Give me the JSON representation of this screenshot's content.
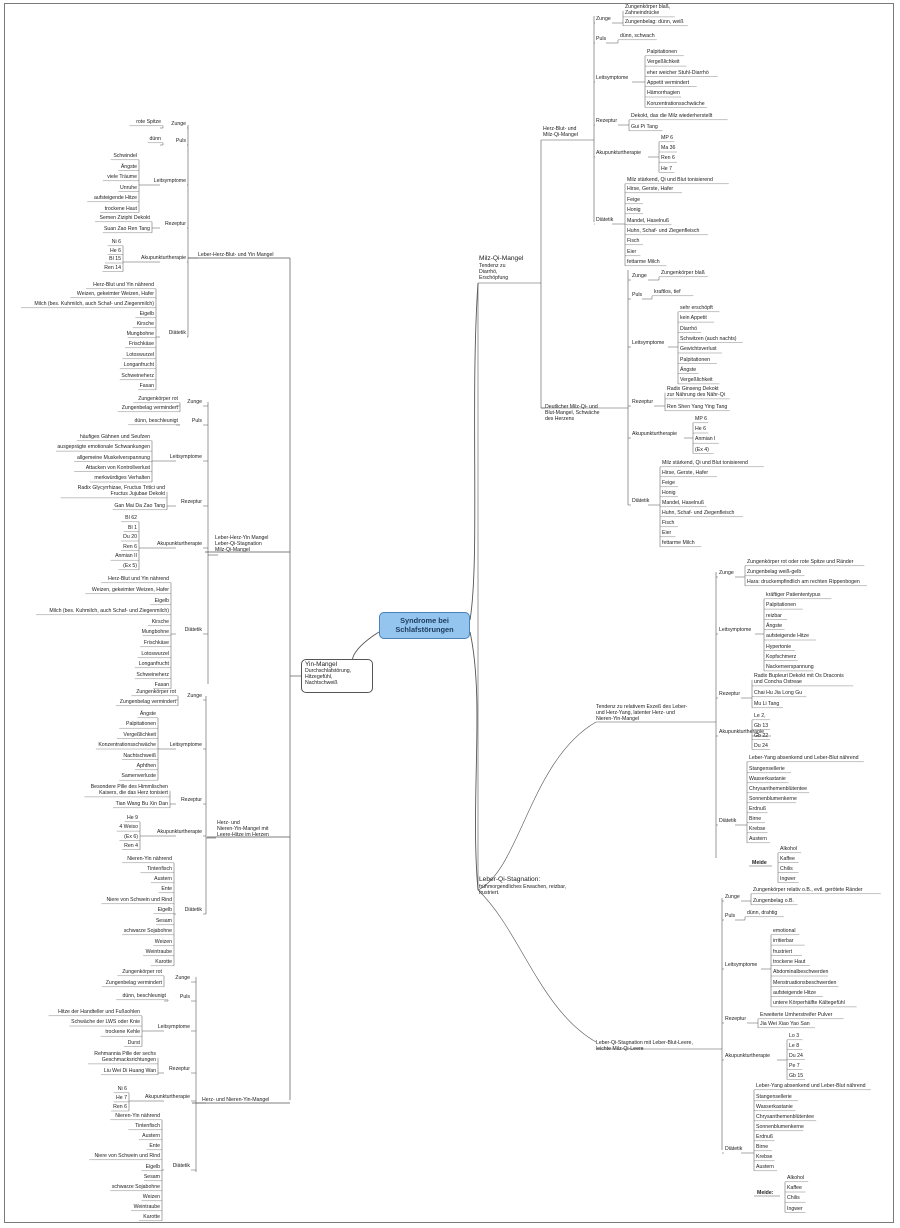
{
  "colors": {
    "root_fill": "#94c5ef",
    "root_border": "#4a83b9",
    "line": "#555555"
  },
  "root": "Syndrome bei\nSchlafstörungen",
  "yin": {
    "title": "Yin-Mangel",
    "sub": "Durchschlafstörung,\nHitzegefühl,\nNachtschweiß"
  },
  "milz": {
    "title": "Milz-Qi-Mangel",
    "sub": "Tendenz zu\nDiarrhö,\nErschöpfung"
  },
  "leber": {
    "title": "Leber-Qi-Stagnation:",
    "sub": "frühmorgendliches Erwachen, reizbar,\nfrustriert."
  },
  "left_subs": [
    "Leber-Herz-Blut- und Yin Mangel",
    "Leber-Herz-Yin Mangel\nLeber-Qi-Stagnation\nMilz-Qi-Mangel",
    "Herz- und\nNieren-Yin-Mangel mit\nLeere-Hitze im Herzen",
    "Herz- und Nieren-Yin-Mangel"
  ],
  "right_subs": [
    "Herz-Blut- und\nMilz-Qi-Mangel",
    "Deutlicher Milz-Qi- und\nBlut-Mangel, Schwäche\ndes Herzens",
    "Tendenz zu relativem Exzeß des Leber-\nund Herz-Yang, latenter Herz- und\nNieren-Yin-Mangel",
    "Leber-Qi-Stagnation mit Leber-Blut-Leere,\nleichte Milz-Qi-Leere"
  ],
  "categories": [
    "Zunge",
    "Puls",
    "Leitsymptome",
    "Rezeptur",
    "Akupunkturtherapie",
    "Diätetik",
    "Meide",
    "Meide:"
  ],
  "leaves": [
    "rote Spitze",
    "dünn",
    "Schwindel",
    "Ängste",
    "viele Träume",
    "Unruhe",
    "aufsteigende Hitze",
    "trockene Haut",
    "Semen Ziziphi Dekokt",
    "Suan Zao Ren Tang",
    "Ni 6",
    "He 6",
    "Bl 15",
    "Ren 14",
    "Herz-Blut und Yin nährend",
    "Weizen, gekeimter Weizen, Hafer",
    "Milch (bes. Kuhmilch, auch Schaf- und Ziegenmilch)",
    "Eigelb",
    "Kirsche",
    "Mungbohne",
    "Frischkäse",
    "Lotoswurzel",
    "Longanfrucht",
    "Schweineherz",
    "Fasan",
    "Zungenkörper rot",
    "Zungenbelag vermindert",
    "dünn, beschleunigt",
    "häufiges Gähnen und Seufzen",
    "ausgeprägte emotionale Schwankungen",
    "allgemeine Muskelverspannung",
    "Attacken von Kontrollverlust",
    "merkwürdiges Verhalten",
    "Radix Glycyrrhizae, Fructus Tritici und\nFructus Jujubae Dekokt",
    "Gan Mai Da Zao Tang",
    "Bl 62",
    "Bl 1",
    "Du 20",
    "Ren 6",
    "Anmian II",
    "(Ex 5)",
    "Herz-Blut und Yin nährend",
    "Weizen, gekeimter Weizen, Hafer",
    "Eigelb",
    "Milch (bes. Kuhmilch, auch Schaf- und Ziegenmilch)",
    "Kirsche",
    "Mungbohne",
    "Frischkäse",
    "Lotoswurzel",
    "Longanfrucht",
    "Schweineherz",
    "Fasan",
    "Zungenkörper rot",
    "Zungenbelag vermindert",
    "Ängste",
    "Palpitationen",
    "Vergeßlichkeit",
    "Konzentrationsschwäche",
    "Nachtschweiß",
    "Aphthen",
    "Samenverluste",
    "Besondere Pille des Himmlischen\nKaisers, die das Herz tonisiert",
    "Tian Wang Bu Xin Dan",
    "He 9",
    "4 Weiso",
    "(Ex 6)",
    "Ren 4",
    "Nieren-Yin nährend",
    "Tintenfisch",
    "Austern",
    "Ente",
    "Niere von Schwein und Rind",
    "Eigelb",
    "Sesam",
    "schwarze Sojabohne",
    "Weizen",
    "Weintraube",
    "Karotte",
    "Zungenkörper rot",
    "Zungenbelag vermindert",
    "dünn, beschleunigt",
    "Hitze der Handteller und Fußsohlen",
    "Schwäche der LWS oder Knie",
    "trockene Kehle",
    "Durst",
    "Rehmannia Pille der sechs\nGeschmacksrichtungen",
    "Liu Wei Di Huang Wan",
    "Ni 6",
    "He 7",
    "Ren 6",
    "Nieren-Yin nährend",
    "Tintenfisch",
    "Austern",
    "Ente",
    "Niere von Schwein und Rind",
    "Eigelb",
    "Sesam",
    "schwarze Sojabohne",
    "Weizen",
    "Weintraube",
    "Karotte",
    "Zungenkörper blaß,\nZahneindrücke",
    "Zungenbelag: dünn, weiß",
    "dünn, schwach",
    "Palpitationen",
    "Vergeßlichkeit",
    "eher weicher Stuhl-Diarrhö",
    "Appetit vermindert",
    "Hämorrhagien",
    "Konzentrationsschwäche",
    "Dekokt, das die Milz wiederherstellt",
    "Gui Pi Tang",
    "MP 6",
    "Ma 36",
    "Ren 6",
    "He 7",
    "Milz stärkend, Qi und Blut tonisierend",
    "Hirse, Gerste, Hafer",
    "Feige",
    "Honig",
    "Mandel, Haselnuß",
    "Huhn, Schaf- und Ziegenfleisch",
    "Fisch",
    "Eier",
    "fettarme Milch",
    "Zungenkörper blaß",
    "kraftlos, tief",
    "sehr erschöpft",
    "kein Appetit",
    "Diarrhö",
    "Schwitzen (auch nachts)",
    "Gewichtsverlust",
    "Palpitationen",
    "Ängste",
    "Vergeßlichkeit",
    "Radix Ginseng Dekokt\nzur Nährung des Nähr-Qi",
    "Ren Shen Yang Ying Tang",
    "MP 6",
    "He 6",
    "Anmian I",
    "(Ex 4)",
    "Milz stärkend, Qi und Blut tonisierend",
    "Hirse, Gerste, Hafer",
    "Feige",
    "Honig",
    "Mandel, Haselnuß",
    "Huhn, Schaf- und Ziegenfleisch",
    "Fisch",
    "Eier",
    "fettarme Milch",
    "Zungenkörper rot oder rote Spitze und Ränder",
    "Zungenbelag weiß-gelb",
    "Hara: druckempfindlich am rechten Rippenbogen",
    "kräftiger Patiententypus",
    "Palpitationen",
    "reizbar",
    "Ängste",
    "aufsteigende Hitze",
    "Hypertonie",
    "Kopfschmerz",
    "Nackenverspannung",
    "Radix Bupleuri Dekokt mit Os Draconis\nund Concha Ostreae",
    "Chai Hu Jia Long Gu",
    "Mu Li Tang",
    "Le 2,",
    "Gb 13",
    "Gb 22",
    "Du 24",
    "Leber-Yang absenkend und Leber-Blut nährend",
    "Stangensellerie",
    "Wasserkastanie",
    "Chrysanthemenblütentee",
    "Sonnenblumenkerne",
    "Erdnuß",
    "Birne",
    "Krebse",
    "Austern",
    "Alkohol",
    "Kaffee",
    "Chilis",
    "Ingwer",
    "Zungenkörper relativ o.B., evtl. gerötete Ränder",
    "Zungenbelag o.B.",
    "dünn, drahtig",
    "emotional",
    "irritierbar",
    "frustriert",
    "trockene Haut",
    "Abdominalbeschwerden",
    "Menstruationsbeschwerden",
    "aufsteigende Hitze",
    "untere Körperhälfte Kältegefühl",
    "Erweiterte Umherstreifer Pulver",
    "Jia Wei Xiao Yao San",
    "Lo 3",
    "Le 8",
    "Du 24",
    "Pe 7",
    "Gb 15",
    "Leber-Yang absenkend und Leber-Blut nährend",
    "Stangensellerie",
    "Wasserkastanie",
    "Chrysanthemenblütentee",
    "Sonnenblumenkerne",
    "Erdnuß",
    "Birne",
    "Krebse",
    "Austern",
    "Alkohol",
    "Kaffee",
    "Chilis",
    "Ingwer"
  ]
}
